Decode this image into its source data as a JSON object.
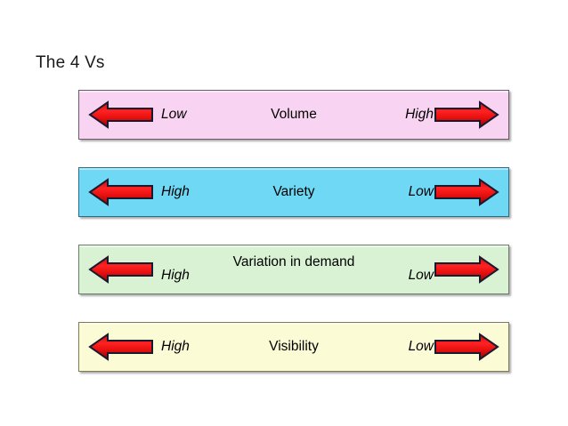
{
  "slide": {
    "title": "The 4 Vs",
    "background_color": "#ffffff"
  },
  "bars": [
    {
      "name": "volume",
      "left_label": "Low",
      "center_label": "Volume",
      "right_label": "High",
      "fill_color": "#f9d4f2",
      "border_color": "#6b5a6b",
      "left_arrow_icon": "arrow-left-icon",
      "right_arrow_icon": "arrow-right-icon"
    },
    {
      "name": "variety",
      "left_label": "High",
      "center_label": "Variety",
      "right_label": "Low",
      "fill_color": "#6fd9f5",
      "border_color": "#2f6b83",
      "left_arrow_icon": "arrow-left-icon",
      "right_arrow_icon": "arrow-right-icon"
    },
    {
      "name": "variation-in-demand",
      "left_label": "High",
      "center_label": "Variation in demand",
      "right_label": "Low",
      "fill_color": "#d8f2d3",
      "border_color": "#6e7a6c",
      "left_arrow_icon": "arrow-left-icon",
      "right_arrow_icon": "arrow-right-icon"
    },
    {
      "name": "visibility",
      "left_label": "High",
      "center_label": "Visibility",
      "right_label": "Low",
      "fill_color": "#fbfbd6",
      "border_color": "#7d7a55",
      "left_arrow_icon": "arrow-left-icon",
      "right_arrow_icon": "arrow-right-icon"
    }
  ],
  "arrow_style": {
    "fill_bright": "#f51111",
    "fill_dark": "#a60a0a",
    "outline": "#1a1a2e"
  }
}
